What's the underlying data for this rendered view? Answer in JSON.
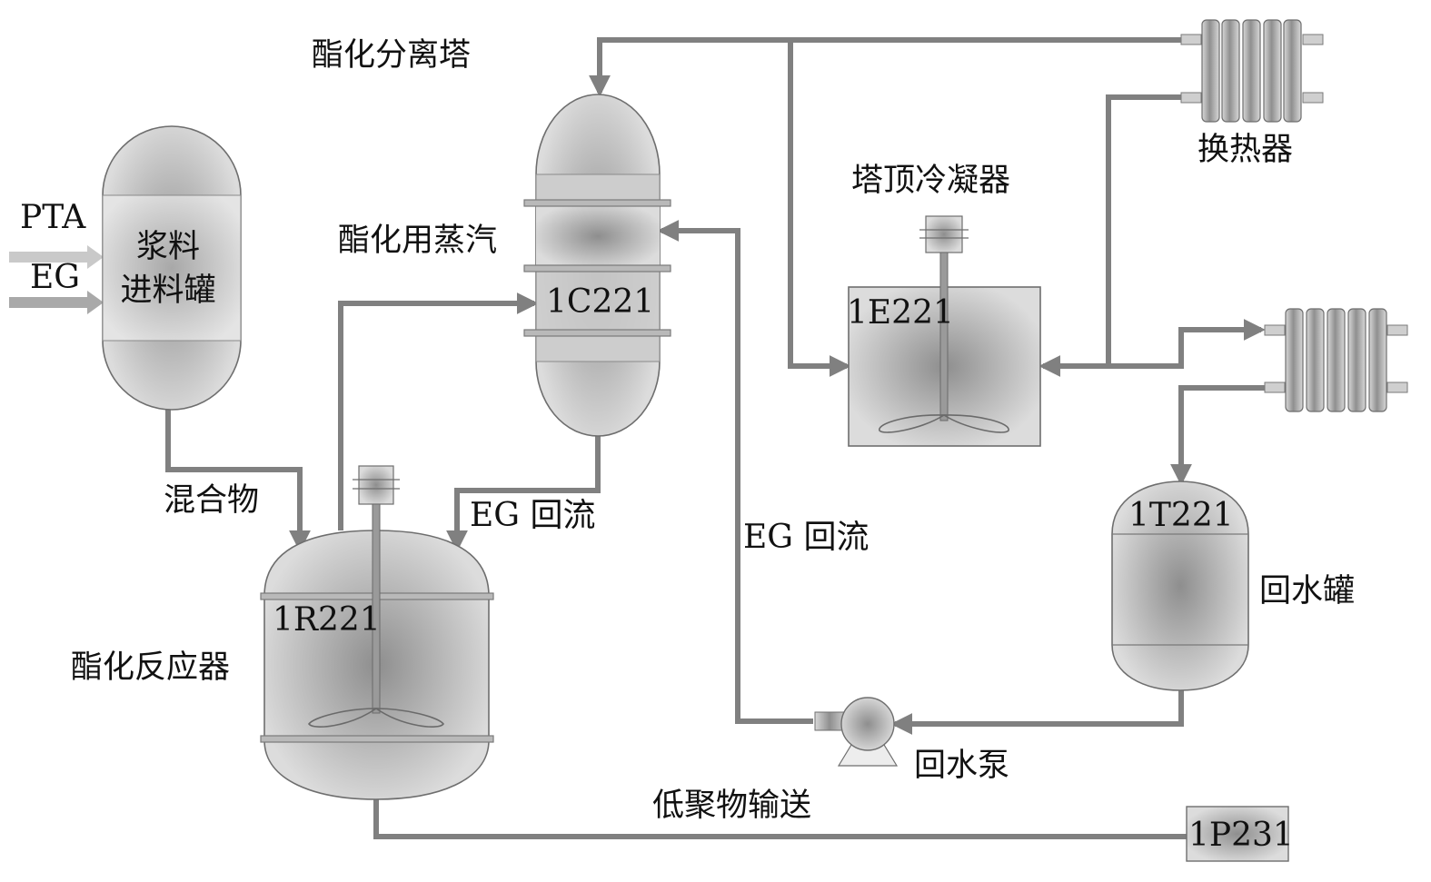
{
  "labels": {
    "separation_tower": "酯化分离塔",
    "slurry_tank": "浆料\n进料罐",
    "pta": "PTA",
    "eg": "EG",
    "mixture": "混合物",
    "esterification_steam": "酯化用蒸汽",
    "eg_reflux_1": "EG 回流",
    "eg_reflux_2": "EG 回流",
    "esterification_reactor": "酯化反应器",
    "heat_exchanger": "换热器",
    "condenser": "塔顶冷凝器",
    "water_tank": "回水罐",
    "water_pump": "回水泵",
    "oligomer_transfer": "低聚物输送"
  },
  "tags": {
    "column": "1C221",
    "condenser": "1E221",
    "reactor": "1R221",
    "tank": "1T221",
    "pump_out": "1P231"
  },
  "colors": {
    "pipe": "#808080",
    "vessel_center": "#8e8e8e",
    "vessel_edge": "#dcdcdc",
    "feed_arrow_pta": "#c9c9c9",
    "feed_arrow_eg": "#a9a9a9"
  }
}
